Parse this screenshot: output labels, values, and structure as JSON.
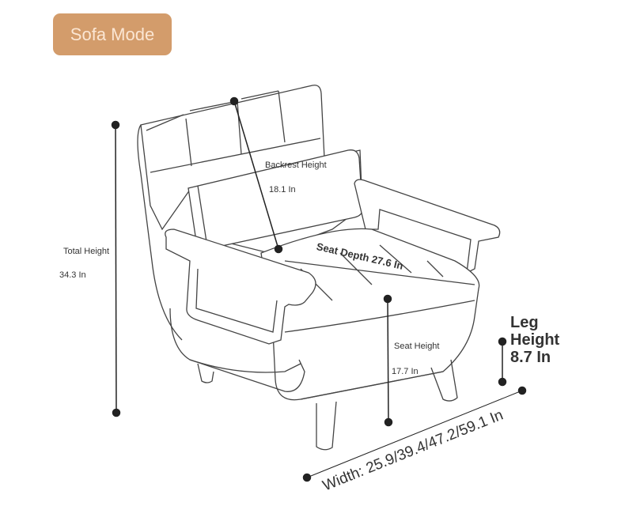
{
  "badge": {
    "label": "Sofa Mode",
    "color": "#d39c6b"
  },
  "dimensions": {
    "total_height": {
      "label": "Total Height",
      "value": "34.3 In"
    },
    "backrest_height": {
      "label": "Backrest Height",
      "value": "18.1 In"
    },
    "seat_depth": {
      "label": "Seat Depth 27.6 In"
    },
    "seat_height": {
      "label": "Seat Height",
      "value": "17.7 In"
    },
    "leg_height": {
      "line1": "Leg",
      "line2": "Height",
      "line3": "8.7 In"
    },
    "width": {
      "label": "Width: 25.9/39.4/47.2/59.1 In"
    }
  }
}
